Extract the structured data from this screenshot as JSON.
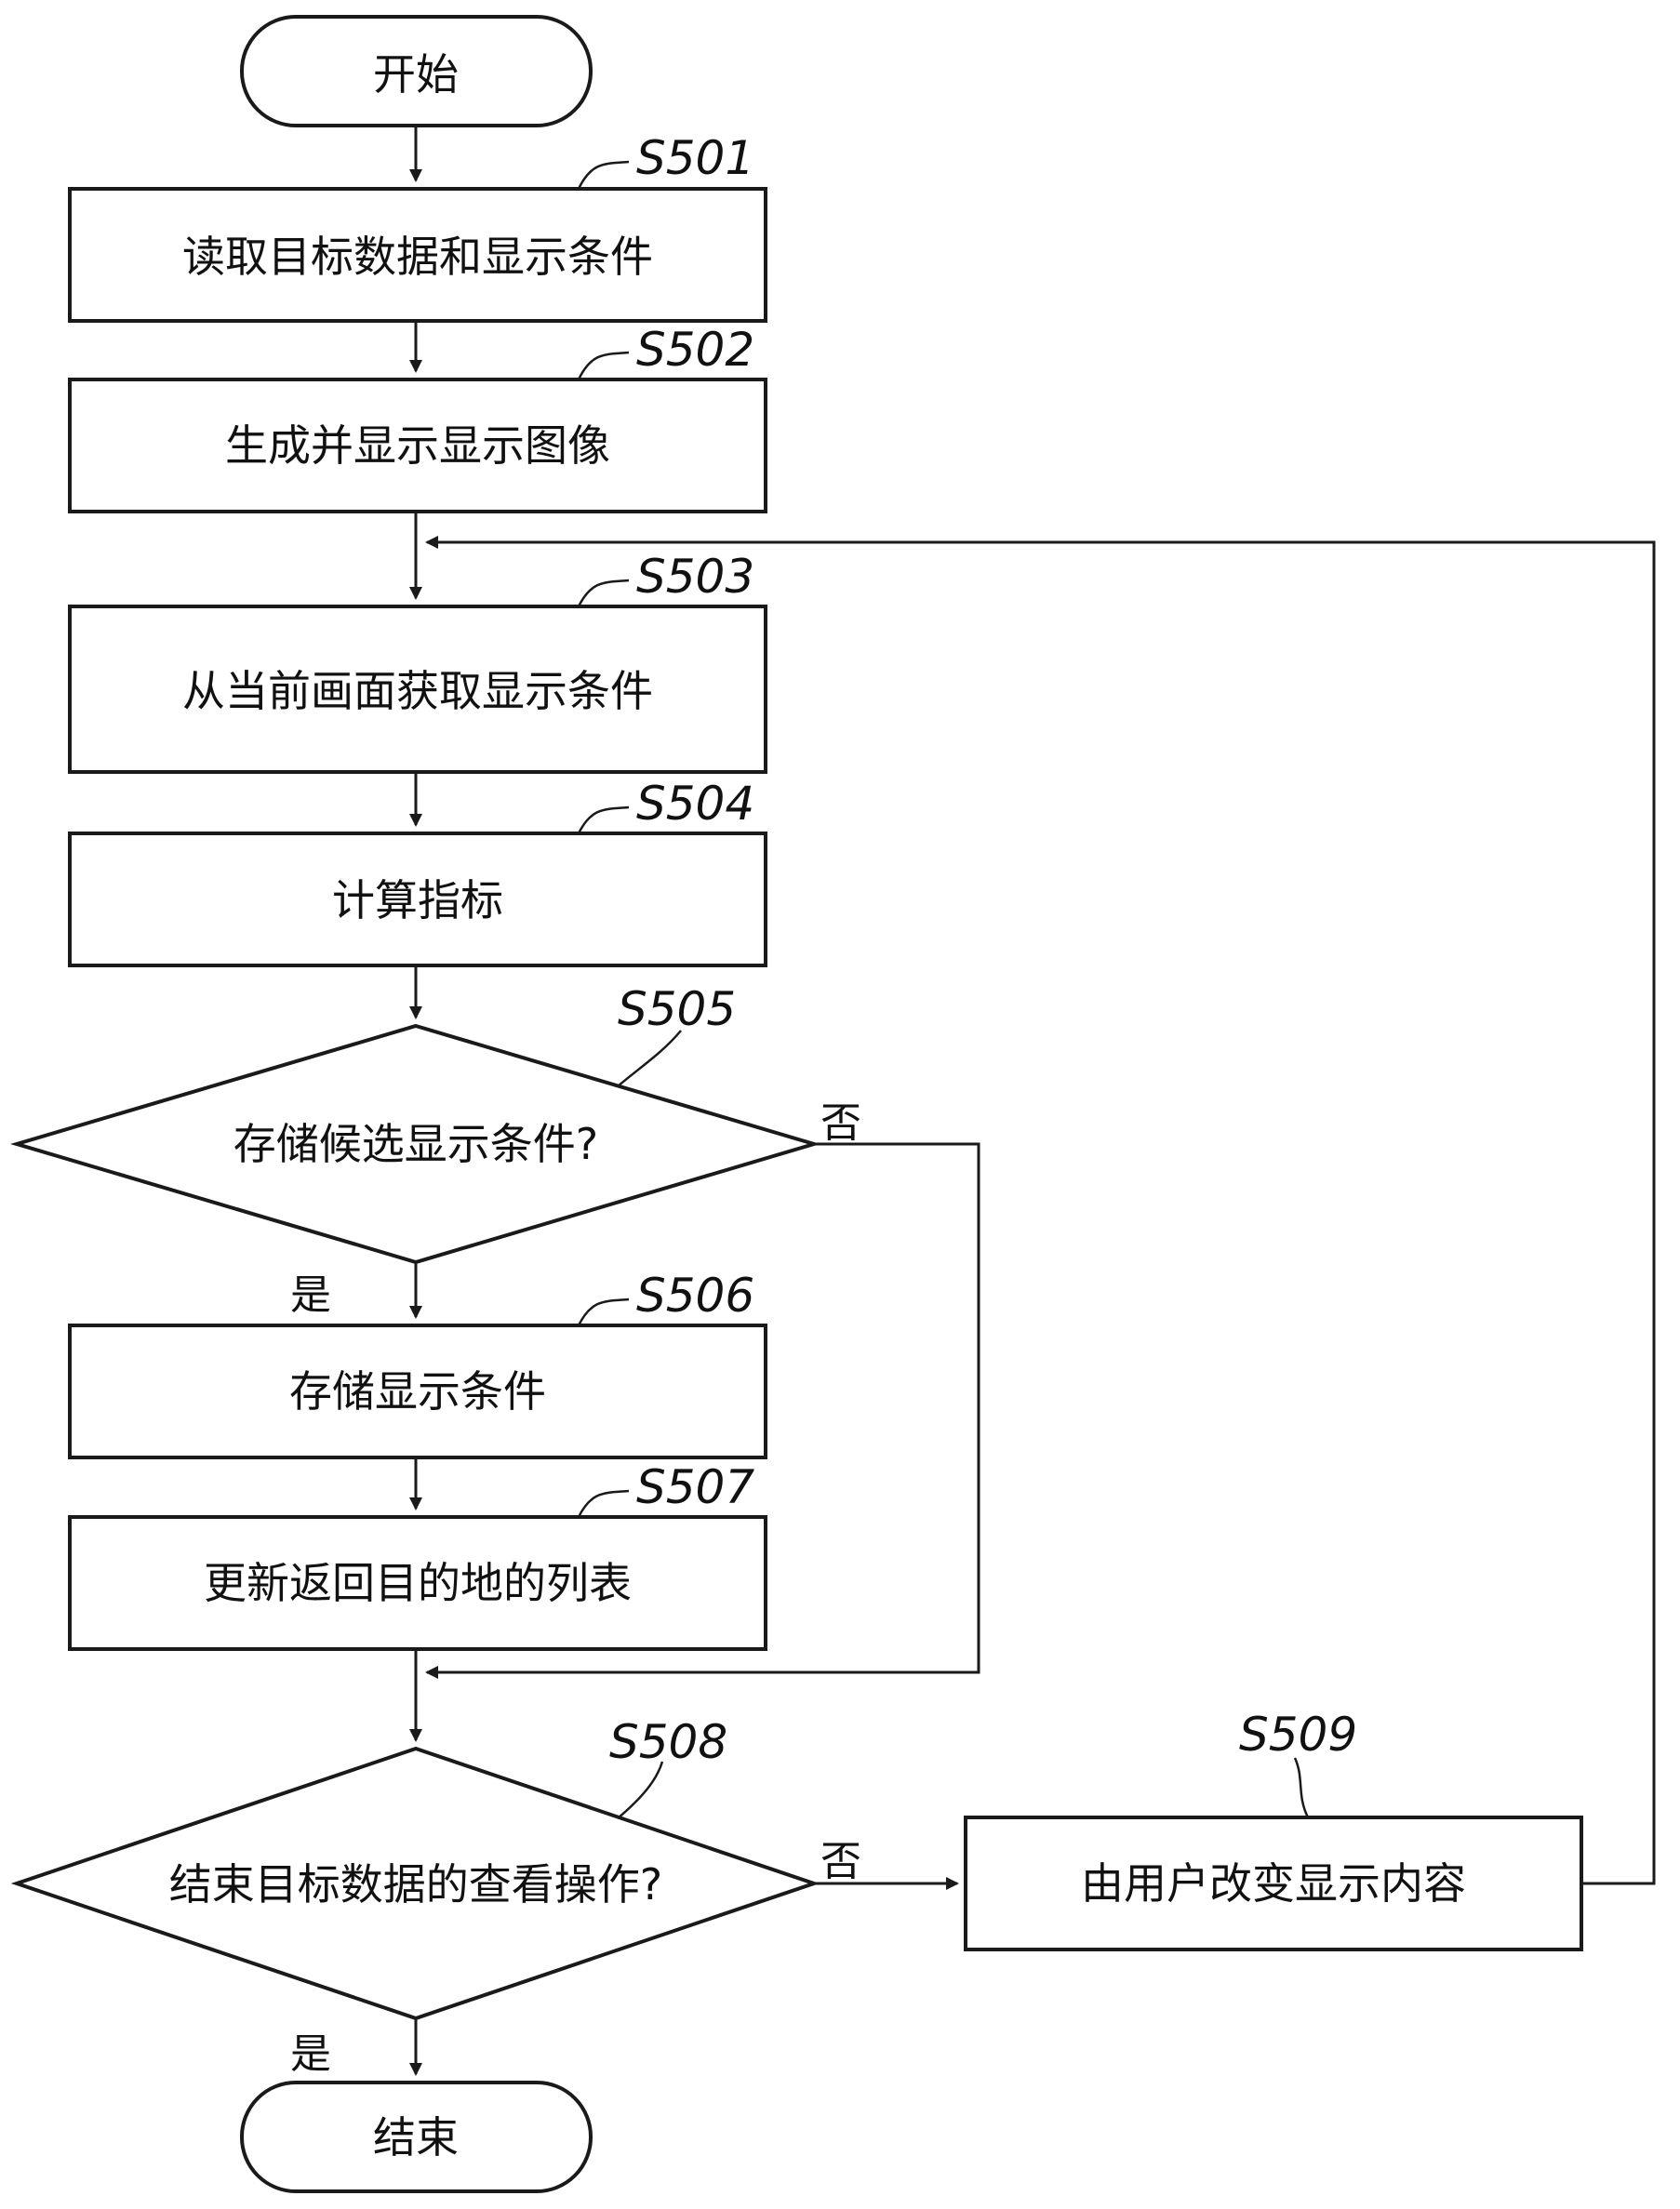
{
  "nodes": {
    "start": {
      "label": "开始"
    },
    "s501": {
      "label": "读取目标数据和显示条件",
      "step": "S501"
    },
    "s502": {
      "label": "生成并显示显示图像",
      "step": "S502"
    },
    "s503": {
      "label": "从当前画面获取显示条件",
      "step": "S503"
    },
    "s504": {
      "label": "计算指标",
      "step": "S504"
    },
    "s505": {
      "label": "存储候选显示条件?",
      "step": "S505"
    },
    "s506": {
      "label": "存储显示条件",
      "step": "S506"
    },
    "s507": {
      "label": "更新返回目的地的列表",
      "step": "S507"
    },
    "s508": {
      "label": "结束目标数据的查看操作?",
      "step": "S508"
    },
    "s509": {
      "label": "由用户改变显示内容",
      "step": "S509"
    },
    "end": {
      "label": "结束"
    }
  },
  "branches": {
    "s505_no": "否",
    "s505_yes": "是",
    "s508_no": "否",
    "s508_yes": "是"
  },
  "colors": {
    "line": "#1a1a1a",
    "fill": "#ffffff",
    "text": "#111111"
  }
}
